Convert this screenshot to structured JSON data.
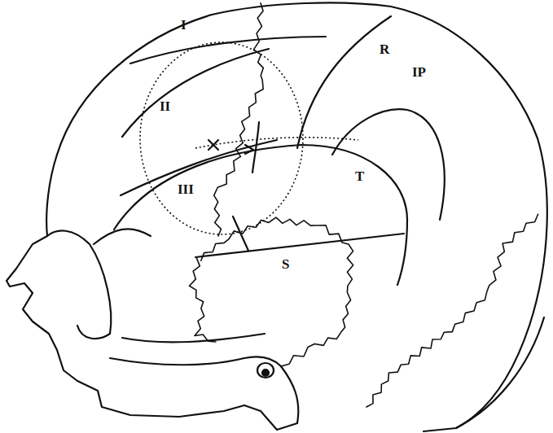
{
  "diagram": {
    "labels": [
      "I",
      "II",
      "III",
      "R",
      "IP",
      "T",
      "S"
    ]
  }
}
